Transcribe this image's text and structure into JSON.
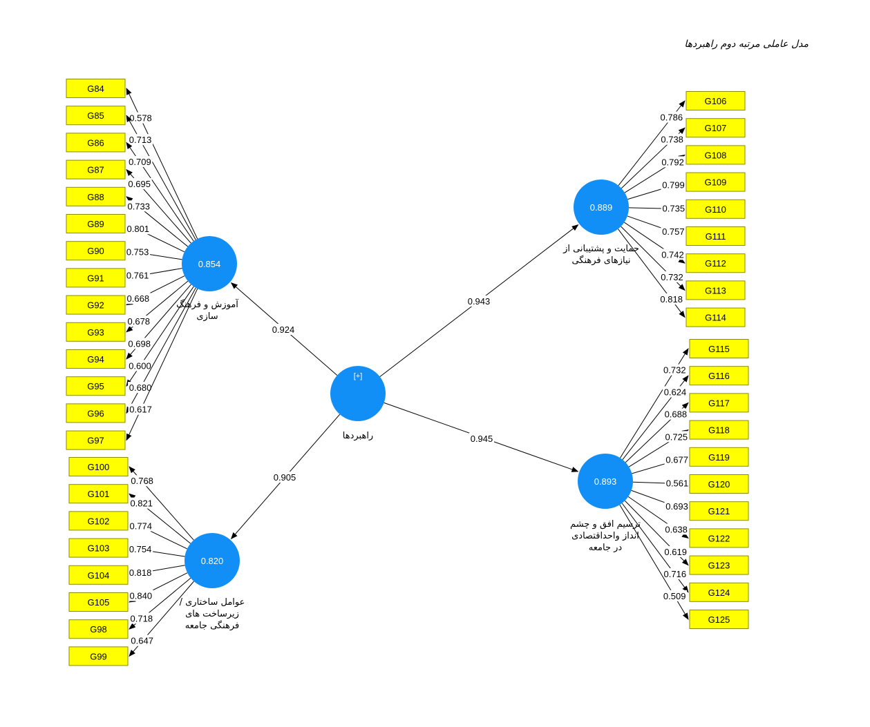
{
  "title": "مدل عاملی مرتبه دوم راهبردها",
  "colors": {
    "construct": "#118ff7",
    "indicator_fill": "#ffff00",
    "indicator_border": "#8a8a00",
    "line": "#000000"
  },
  "central": {
    "label": "راهبردها",
    "badge": "[+]"
  },
  "constructs": [
    {
      "key": "c1",
      "value": "0.854",
      "label_lines": [
        "آموزش و فرهنگ",
        "سازی"
      ],
      "path_coefficient": "0.924",
      "indicators": [
        {
          "name": "G84",
          "loading": "0.578"
        },
        {
          "name": "G85",
          "loading": "0.713"
        },
        {
          "name": "G86",
          "loading": "0.709"
        },
        {
          "name": "G87",
          "loading": "0.695"
        },
        {
          "name": "G88",
          "loading": "0.733"
        },
        {
          "name": "G89",
          "loading": "0.801"
        },
        {
          "name": "G90",
          "loading": "0.753"
        },
        {
          "name": "G91",
          "loading": "0.761"
        },
        {
          "name": "G92",
          "loading": "0.668"
        },
        {
          "name": "G93",
          "loading": "0.678"
        },
        {
          "name": "G94",
          "loading": "0.698"
        },
        {
          "name": "G95",
          "loading": "0.600"
        },
        {
          "name": "G96",
          "loading": "0.680"
        },
        {
          "name": "G97",
          "loading": "0.617"
        }
      ]
    },
    {
      "key": "c2",
      "value": "0.820",
      "label_lines": [
        "عوامل ساختاری /",
        "زیرساخت های",
        "فرهنگی جامعه"
      ],
      "path_coefficient": "0.905",
      "indicators": [
        {
          "name": "G100",
          "loading": "0.768"
        },
        {
          "name": "G101",
          "loading": "0.821"
        },
        {
          "name": "G102",
          "loading": "0.774"
        },
        {
          "name": "G103",
          "loading": "0.754"
        },
        {
          "name": "G104",
          "loading": "0.818"
        },
        {
          "name": "G105",
          "loading": "0.840"
        },
        {
          "name": "G98",
          "loading": "0.718"
        },
        {
          "name": "G99",
          "loading": "0.647"
        }
      ]
    },
    {
      "key": "c3",
      "value": "0.889",
      "label_lines": [
        "حمایت و پشتیبانی از",
        "نیازهای فرهنگی"
      ],
      "path_coefficient": "0.943",
      "indicators": [
        {
          "name": "G106",
          "loading": "0.786"
        },
        {
          "name": "G107",
          "loading": "0.738"
        },
        {
          "name": "G108",
          "loading": "0.792"
        },
        {
          "name": "G109",
          "loading": "0.799"
        },
        {
          "name": "G110",
          "loading": "0.735"
        },
        {
          "name": "G111",
          "loading": "0.757"
        },
        {
          "name": "G112",
          "loading": "0.742"
        },
        {
          "name": "G113",
          "loading": "0.732"
        },
        {
          "name": "G114",
          "loading": "0.818"
        }
      ]
    },
    {
      "key": "c4",
      "value": "0.893",
      "label_lines": [
        "ترسیم افق و چشم",
        "انداز واحداقتصادی",
        "در جامعه"
      ],
      "path_coefficient": "0.945",
      "indicators": [
        {
          "name": "G115",
          "loading": "0.732"
        },
        {
          "name": "G116",
          "loading": "0.624"
        },
        {
          "name": "G117",
          "loading": "0.688"
        },
        {
          "name": "G118",
          "loading": "0.725"
        },
        {
          "name": "G119",
          "loading": "0.677"
        },
        {
          "name": "G120",
          "loading": "0.561"
        },
        {
          "name": "G121",
          "loading": "0.693"
        },
        {
          "name": "G122",
          "loading": "0.638"
        },
        {
          "name": "G123",
          "loading": "0.619"
        },
        {
          "name": "G124",
          "loading": "0.716"
        },
        {
          "name": "G125",
          "loading": "0.509"
        }
      ]
    }
  ]
}
